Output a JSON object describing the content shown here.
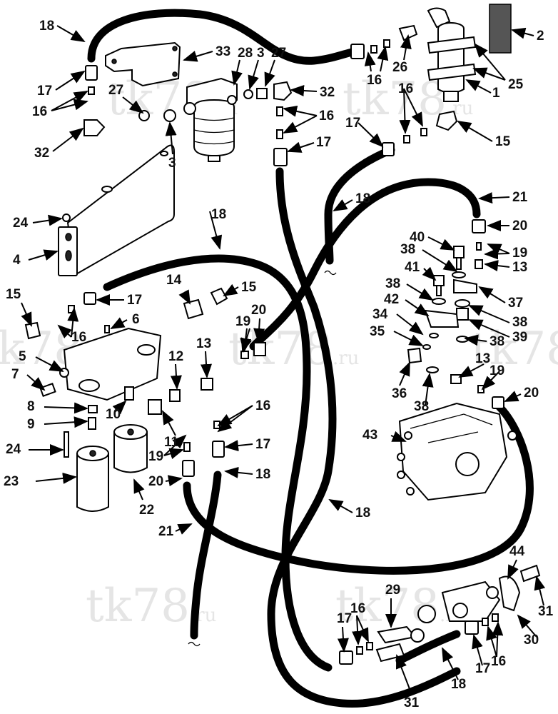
{
  "watermark": {
    "text": "tk78",
    "suffix": ".ru"
  },
  "callouts": [
    {
      "id": "c18a",
      "text": "18"
    },
    {
      "id": "c33",
      "text": "33"
    },
    {
      "id": "c28",
      "text": "28"
    },
    {
      "id": "c3a",
      "text": "3"
    },
    {
      "id": "c27a",
      "text": "27"
    },
    {
      "id": "c32a",
      "text": "32"
    },
    {
      "id": "c2",
      "text": "2"
    },
    {
      "id": "c26",
      "text": "26"
    },
    {
      "id": "c16a",
      "text": "16"
    },
    {
      "id": "c25",
      "text": "25"
    },
    {
      "id": "c1",
      "text": "1"
    },
    {
      "id": "c17a",
      "text": "17"
    },
    {
      "id": "c16b",
      "text": "16"
    },
    {
      "id": "c27b",
      "text": "27"
    },
    {
      "id": "c32b",
      "text": "32"
    },
    {
      "id": "c3b",
      "text": "3"
    },
    {
      "id": "c16c",
      "text": "16"
    },
    {
      "id": "c17b",
      "text": "17"
    },
    {
      "id": "c17c",
      "text": "17"
    },
    {
      "id": "c16d",
      "text": "16"
    },
    {
      "id": "c15a",
      "text": "15"
    },
    {
      "id": "c18b",
      "text": "18"
    },
    {
      "id": "c21a",
      "text": "21"
    },
    {
      "id": "c24a",
      "text": "24"
    },
    {
      "id": "c18c",
      "text": "18"
    },
    {
      "id": "c20a",
      "text": "20"
    },
    {
      "id": "c4",
      "text": "4"
    },
    {
      "id": "c40",
      "text": "40"
    },
    {
      "id": "c19a",
      "text": "19"
    },
    {
      "id": "c38a",
      "text": "38"
    },
    {
      "id": "c13a",
      "text": "13"
    },
    {
      "id": "c41",
      "text": "41"
    },
    {
      "id": "c37",
      "text": "37"
    },
    {
      "id": "c14",
      "text": "14"
    },
    {
      "id": "c15b",
      "text": "15"
    },
    {
      "id": "c15c",
      "text": "15"
    },
    {
      "id": "c17d",
      "text": "17"
    },
    {
      "id": "c38b",
      "text": "38"
    },
    {
      "id": "c42",
      "text": "42"
    },
    {
      "id": "c38c",
      "text": "38"
    },
    {
      "id": "c6",
      "text": "6"
    },
    {
      "id": "c34",
      "text": "34"
    },
    {
      "id": "c39",
      "text": "39"
    },
    {
      "id": "c16e",
      "text": "16"
    },
    {
      "id": "c20b",
      "text": "20"
    },
    {
      "id": "c19b",
      "text": "19"
    },
    {
      "id": "c35",
      "text": "35"
    },
    {
      "id": "c38d",
      "text": "38"
    },
    {
      "id": "c5",
      "text": "5"
    },
    {
      "id": "c13b",
      "text": "13"
    },
    {
      "id": "c12",
      "text": "12"
    },
    {
      "id": "c13c",
      "text": "13"
    },
    {
      "id": "c7",
      "text": "7"
    },
    {
      "id": "c36",
      "text": "36"
    },
    {
      "id": "c19c",
      "text": "19"
    },
    {
      "id": "c8",
      "text": "8"
    },
    {
      "id": "c10",
      "text": "10"
    },
    {
      "id": "c38e",
      "text": "38"
    },
    {
      "id": "c20c",
      "text": "20"
    },
    {
      "id": "c16f",
      "text": "16"
    },
    {
      "id": "c9",
      "text": "9"
    },
    {
      "id": "c43",
      "text": "43"
    },
    {
      "id": "c11",
      "text": "11"
    },
    {
      "id": "c24b",
      "text": "24"
    },
    {
      "id": "c17e",
      "text": "17"
    },
    {
      "id": "c19d",
      "text": "19"
    },
    {
      "id": "c18d",
      "text": "18"
    },
    {
      "id": "c23",
      "text": "23"
    },
    {
      "id": "c20d",
      "text": "20"
    },
    {
      "id": "c22",
      "text": "22"
    },
    {
      "id": "c18e",
      "text": "18"
    },
    {
      "id": "c21b",
      "text": "21"
    },
    {
      "id": "c44",
      "text": "44"
    },
    {
      "id": "c31a",
      "text": "31"
    },
    {
      "id": "c29",
      "text": "29"
    },
    {
      "id": "c17f",
      "text": "17"
    },
    {
      "id": "c16g",
      "text": "16"
    },
    {
      "id": "c30",
      "text": "30"
    },
    {
      "id": "c16h",
      "text": "16"
    },
    {
      "id": "c17g",
      "text": "17"
    },
    {
      "id": "c18f",
      "text": "18"
    },
    {
      "id": "c31b",
      "text": "31"
    }
  ]
}
